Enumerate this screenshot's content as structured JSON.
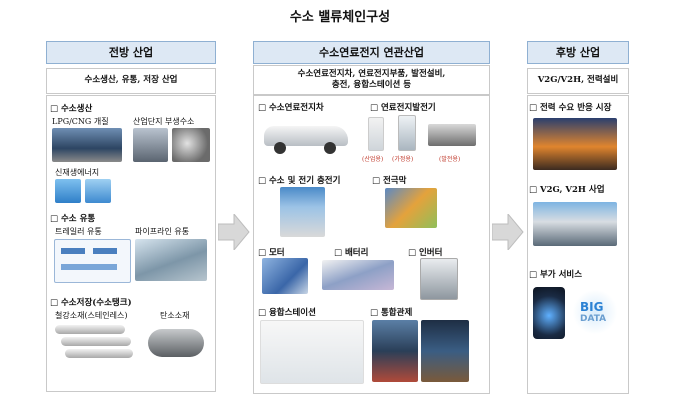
{
  "title": "수소 밸류체인구성",
  "columns": {
    "upstream": {
      "header": "전방 산업",
      "subheader": "수소생산, 유통, 저장 산업",
      "production": {
        "label": "□ 수소생산",
        "lpg": "LPG/CNG 개질",
        "industrial": "산업단지 부생수소",
        "renewable": "신재생에너지"
      },
      "distribution": {
        "label": "□ 수소 유통",
        "trailer": "트레일러 유통",
        "pipeline": "파이프라인 유통"
      },
      "storage": {
        "label": "□ 수소저장(수소탱크)",
        "steel": "철강소재(스테인레스)",
        "carbon": "탄소소재"
      }
    },
    "fuelcell": {
      "header": "수소연료전지 연관산업",
      "subheader_line1": "수소연료전지차, 연료전지부품, 발전설비,",
      "subheader_line2": "충전, 융합스테이션 등",
      "vehicle": "□ 수소연료전지차",
      "generator": "□ 연료전지발전기",
      "gen_caps": [
        "(산업용)",
        "(가정용)",
        "(발전용)"
      ],
      "charger": "□ 수소 및 전기 충전기",
      "electrode": "□ 전극막",
      "motor": "□ 모터",
      "battery": "□ 배터리",
      "inverter": "□ 인버터",
      "fusion": "□ 융합스테이션",
      "control": "□ 통합관제"
    },
    "downstream": {
      "header": "후방 산업",
      "subheader": "V2G/V2H, 전력설비",
      "demand": "□ 전력 수요 반응 시장",
      "v2g": "□ V2G, V2H 사업",
      "extra": "□ 부가 서비스"
    }
  },
  "colors": {
    "header_bg": "#dde8f4",
    "header_border": "#8fb0d2",
    "arrow": "#d8d8d8"
  }
}
